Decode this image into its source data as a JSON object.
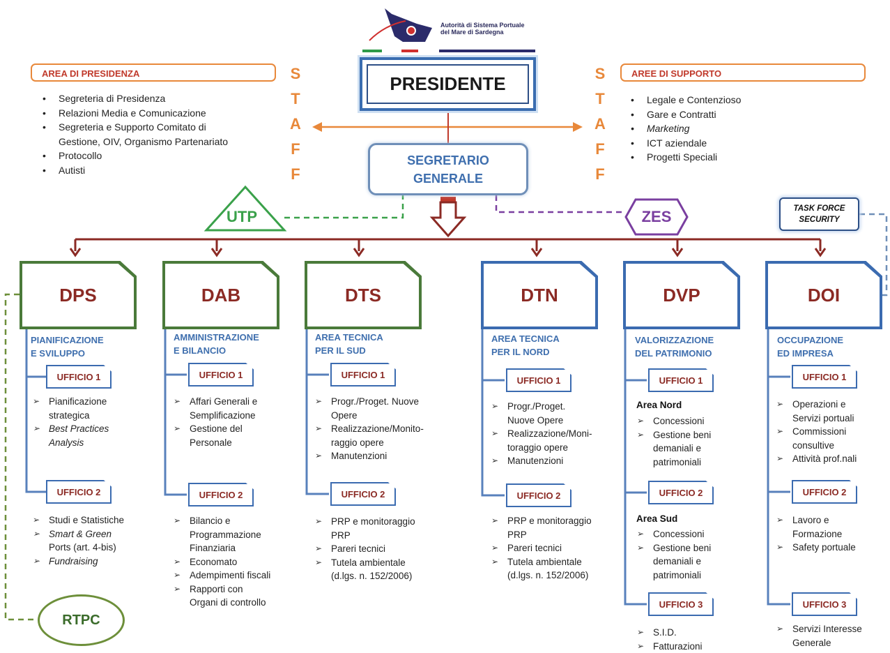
{
  "logo": {
    "line1": "Autorità di Sistema Portuale",
    "line2": "del Mare di Sardegna",
    "colors": {
      "navy": "#2b2b6a",
      "red": "#d0302f",
      "green": "#2e9a48"
    }
  },
  "presidente": "PRESIDENTE",
  "segretario": {
    "line1": "SEGRETARIO",
    "line2": "GENERALE"
  },
  "staff_letters": [
    "S",
    "T",
    "A",
    "F",
    "F"
  ],
  "area_presidenza": {
    "title": "AREA DI PRESIDENZA",
    "items": [
      "Segreteria di Presidenza",
      "Relazioni Media e Comunicazione",
      "Segreteria e Supporto Comitato di",
      "Gestione, OIV, Organismo Partenariato",
      "Protocollo",
      "Autisti"
    ]
  },
  "aree_supporto": {
    "title": "AREE DI SUPPORTO",
    "items": [
      "Legale e Contenzioso",
      "Gare e Contratti",
      "Marketing",
      "ICT aziendale",
      "Progetti Speciali"
    ]
  },
  "utp": "UTP",
  "zes": "ZES",
  "task_force": {
    "line1": "TASK FORCE",
    "line2": "SECURITY"
  },
  "rtpc": "RTPC",
  "departments": [
    {
      "code": "DPS",
      "title1": "PIANIFICAZIONE",
      "title2": "E SVILUPPO",
      "u1": "UFFICIO 1",
      "u1_items": [
        "Pianificazione",
        "strategica",
        "Best Practices",
        "Analysis"
      ],
      "u2": "UFFICIO 2",
      "u2_items": [
        "Studi e Statistiche",
        "Smart & Green",
        "Ports (art. 4-bis)",
        "Fundraising"
      ]
    },
    {
      "code": "DAB",
      "title1": "AMMINISTRAZIONE",
      "title2": "E BILANCIO",
      "u1": "UFFICIO 1",
      "u1_items": [
        "Affari Generali e",
        "Semplificazione",
        "Gestione del",
        "Personale"
      ],
      "u2": "UFFICIO 2",
      "u2_items": [
        "Bilancio e",
        "Programmazione",
        "Finanziaria",
        "Economato",
        "Adempimenti fiscali",
        "Rapporti con",
        "Organi di controllo"
      ]
    },
    {
      "code": "DTS",
      "title1": "AREA TECNICA",
      "title2": "PER IL SUD",
      "u1": "UFFICIO 1",
      "u1_items": [
        "Progr./Proget. Nuove",
        "Opere",
        "Realizzazione/Monito-",
        "raggio opere",
        "Manutenzioni"
      ],
      "u2": "UFFICIO 2",
      "u2_items": [
        "PRP e monitoraggio",
        "PRP",
        "Pareri tecnici",
        "Tutela ambientale",
        "(d.lgs. n. 152/2006)"
      ]
    },
    {
      "code": "DTN",
      "title1": "AREA TECNICA",
      "title2": "PER IL NORD",
      "u1": "UFFICIO 1",
      "u1_items": [
        "Progr./Proget.",
        "Nuove Opere",
        "Realizzazione/Moni-",
        "toraggio opere",
        "Manutenzioni"
      ],
      "u2": "UFFICIO 2",
      "u2_items": [
        "PRP e monitoraggio",
        "PRP",
        "Pareri tecnici",
        "Tutela ambientale",
        "(d.lgs. n. 152/2006)"
      ]
    },
    {
      "code": "DVP",
      "title1": "VALORIZZAZIONE",
      "title2": "DEL PATRIMONIO",
      "u1": "UFFICIO 1",
      "u1_sub": "Area Nord",
      "u1_items": [
        "Concessioni",
        "Gestione beni",
        "demaniali e",
        "patrimoniali"
      ],
      "u2": "UFFICIO 2",
      "u2_sub": "Area Sud",
      "u2_items": [
        "Concessioni",
        "Gestione beni",
        "demaniali e",
        "patrimoniali"
      ],
      "u3": "UFFICIO 3",
      "u3_items": [
        "S.I.D.",
        "Fatturazioni"
      ]
    },
    {
      "code": "DOI",
      "title1": "OCCUPAZIONE",
      "title2": "ED IMPRESA",
      "u1": "UFFICIO 1",
      "u1_items": [
        "Operazioni e",
        "Servizi portuali",
        "Commissioni",
        "consultive",
        "Attività prof.nali"
      ],
      "u2": "UFFICIO 2",
      "u2_items": [
        "Lavoro e",
        "Formazione",
        "Safety portuale"
      ],
      "u3": "UFFICIO 3",
      "u3_items": [
        "Servizi Interesse",
        "Generale"
      ]
    }
  ]
}
